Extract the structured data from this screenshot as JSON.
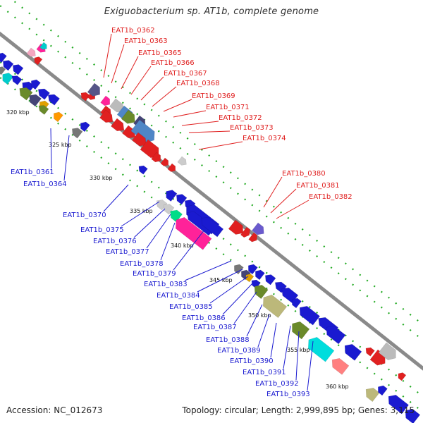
{
  "title": "Exiguobacterium sp. AT1b, complete genome",
  "footer": {
    "accession": "Accession: NC_012673",
    "topology": "Topology: circular; Length: 2,999,895 bp; Genes: 3,115"
  },
  "colors": {
    "forward_label": "#e02020",
    "reverse_label": "#1a1ad0",
    "backbone": "#8a8a8a",
    "tick": "#22aa22"
  },
  "kbp_ticks": [
    "320 kbp",
    "325 kbp",
    "330 kbp",
    "335 kbp",
    "340 kbp",
    "345 kbp",
    "350 kbp",
    "355 kbp",
    "360 kbp"
  ],
  "top_labels": [
    "EAT1b_0362",
    "EAT1b_0363",
    "EAT1b_0365",
    "EAT1b_0366",
    "EAT1b_0367",
    "EAT1b_0368",
    "EAT1b_0369",
    "EAT1b_0371",
    "EAT1b_0372",
    "EAT1b_0373",
    "EAT1b_0374",
    "EAT1b_0380",
    "EAT1b_0381",
    "EAT1b_0382"
  ],
  "bottom_labels": [
    "EAT1b_0361",
    "EAT1b_0364",
    "EAT1b_0370",
    "EAT1b_0375",
    "EAT1b_0376",
    "EAT1b_0377",
    "EAT1b_0378",
    "EAT1b_0379",
    "EAT1b_0383",
    "EAT1b_0384",
    "EAT1b_0385",
    "EAT1b_0386",
    "EAT1b_0387",
    "EAT1b_0388",
    "EAT1b_0389",
    "EAT1b_0390",
    "EAT1b_0391",
    "EAT1b_0392",
    "EAT1b_0393"
  ]
}
